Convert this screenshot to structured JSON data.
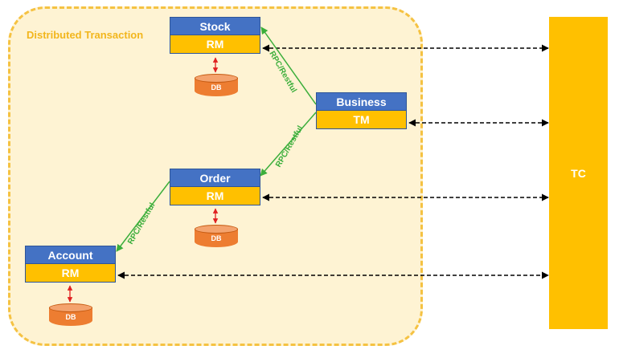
{
  "region_label": "Distributed Transaction",
  "services": {
    "stock": {
      "name": "Stock",
      "role": "RM"
    },
    "business": {
      "name": "Business",
      "role": "TM"
    },
    "order": {
      "name": "Order",
      "role": "RM"
    },
    "account": {
      "name": "Account",
      "role": "RM"
    }
  },
  "db_label": "DB",
  "tc_label": "TC",
  "rpc_label": "RPC/Restful",
  "colors": {
    "service_header": "#4472C4",
    "role_box": "#FFC000",
    "db": "#ED7D31",
    "region_border": "#F5C242",
    "rpc_arrow": "#3BAE3B",
    "db_link": "#E02020"
  }
}
